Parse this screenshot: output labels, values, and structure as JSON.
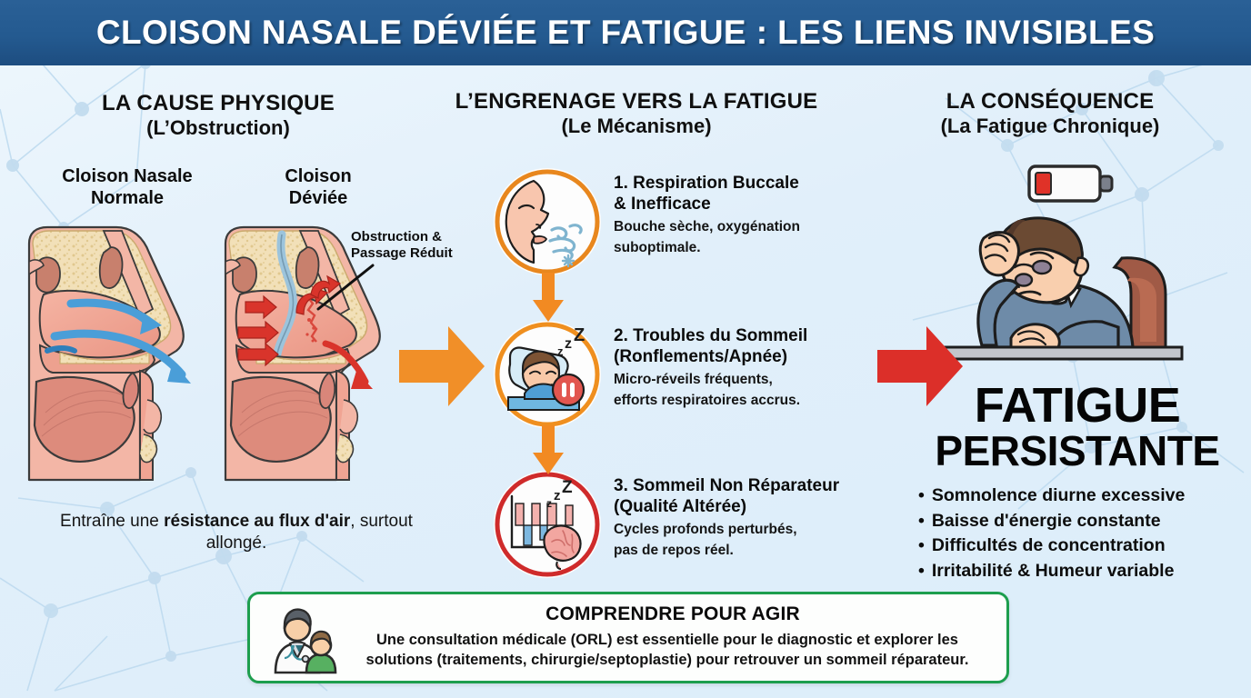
{
  "header": {
    "title": "CLOISON NASALE DÉVIÉE ET FATIGUE : LES LIENS INVISIBLES"
  },
  "colors": {
    "header_blue": "#245a90",
    "background": "#e6f2fb",
    "orange": "#f08a24",
    "red": "#d32f2f",
    "green": "#1d9e4e",
    "text": "#0d0d0d"
  },
  "columns": {
    "left": {
      "title": "LA CAUSE PHYSIQUE",
      "subtitle": "(L’Obstruction)"
    },
    "middle": {
      "title": "L’ENGRENAGE VERS LA FATIGUE",
      "subtitle": "(Le Mécanisme)"
    },
    "right": {
      "title": "LA CONSÉQUENCE",
      "subtitle": "(La Fatigue Chronique)"
    }
  },
  "left": {
    "diagram_labels": [
      {
        "line1": "Cloison Nasale",
        "line2": "Normale"
      },
      {
        "line1": "Cloison",
        "line2": "Déviée"
      }
    ],
    "callout": {
      "line1": "Obstruction &",
      "line2": "Passage Réduit"
    },
    "caption": {
      "before": "Entraîne une ",
      "strong": "résistance au flux d'air",
      "after": ", surtout allongé."
    },
    "caption_full": "Entraîne une résistance au flux d'air, surtout allongé."
  },
  "steps": [
    {
      "number": "1.",
      "title_line1": "1. Respiration Buccale",
      "title_line2": "& Inefficace",
      "desc_line1": "Bouche sèche, oxygénation",
      "desc_line2": "suboptimale.",
      "icon": "mouth-breathing-icon",
      "ring_color": "#e8871e"
    },
    {
      "number": "2.",
      "title_line1": "2. Troubles du Sommeil",
      "title_line2": "(Ronflements/Apnée)",
      "desc_line1": "Micro-réveils fréquents,",
      "desc_line2": "efforts respiratoires accrus.",
      "icon": "sleep-apnea-icon",
      "ring_color": "#ef8f1f"
    },
    {
      "number": "3.",
      "title_line1": "3. Sommeil Non Réparateur",
      "title_line2": "(Qualité Altérée)",
      "desc_line1": "Cycles profonds perturbés,",
      "desc_line2": "pas de repos réel.",
      "icon": "sleep-cycle-brain-icon",
      "ring_color": "#cf2b2b"
    }
  ],
  "right": {
    "battery_icon": "low-battery-icon",
    "person_icon": "tired-person-icon",
    "headline_line1": "FATIGUE",
    "headline_line2": "PERSISTANTE",
    "bullets": [
      "Somnolence diurne excessive",
      "Baisse d'énergie constante",
      "Difficultés de concentration",
      "Irritabilité & Humeur variable"
    ]
  },
  "footer": {
    "icon": "doctor-patient-icon",
    "title": "COMPRENDRE POUR AGIR",
    "body_line1": "Une consultation médicale (ORL) est essentielle pour le diagnostic et explorer les",
    "body_line2": "solutions (traitements, chirurgie/septoplastie) pour retrouver un sommeil réparateur.",
    "body_full": "Une consultation médicale (ORL) est essentielle pour le diagnostic et explorer les solutions (traitements, chirurgie/septoplastie) pour retrouver un sommeil réparateur."
  },
  "connectors": {
    "left_to_middle": "orange-right-arrow",
    "middle_to_right": "red-right-arrow",
    "step1_to_step2": "orange-down-arrow",
    "step2_to_step3": "orange-down-arrow"
  }
}
